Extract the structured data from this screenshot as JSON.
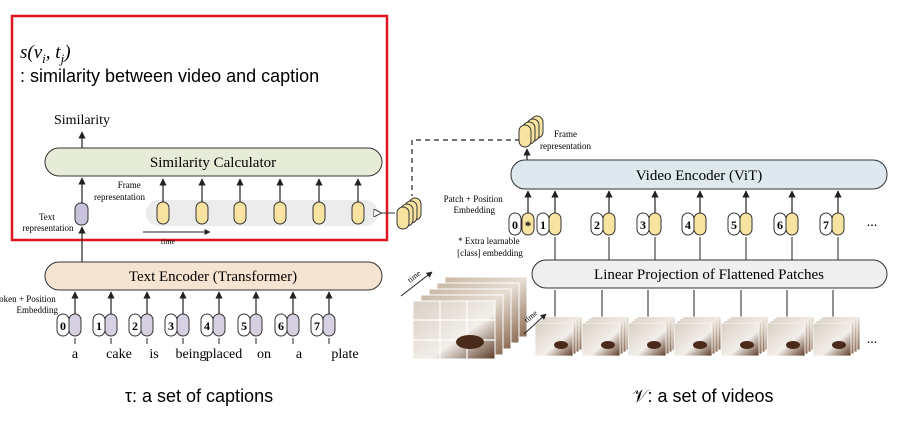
{
  "annotation": {
    "formula": "s(v_i, t_j)",
    "formula_s": "s(v",
    "formula_i": "i",
    "formula_comma": ", t",
    "formula_j": "j",
    "formula_close": ")",
    "description": ": similarity between video and caption",
    "box_color": "#e0141e"
  },
  "left": {
    "similarity_label": "Similarity",
    "similarity_calculator": "Similarity Calculator",
    "frame_representation_line1": "Frame",
    "frame_representation_line2": "representation",
    "text_representation_line1": "Text",
    "text_representation_line2": "representation",
    "time_label": "time",
    "text_encoder": "Text Encoder (Transformer)",
    "token_embedding_line1": "Token + Position",
    "token_embedding_line2": "Embedding",
    "token_ids": [
      "0",
      "1",
      "2",
      "3",
      "4",
      "5",
      "6",
      "7"
    ],
    "words": [
      "a",
      "cake",
      "is",
      "being",
      "placed",
      "on",
      "a",
      "plate"
    ],
    "caption_set": "τ: a set of captions"
  },
  "right": {
    "frame_representation_line1": "Frame",
    "frame_representation_line2": "representation",
    "video_encoder": "Video Encoder (ViT)",
    "patch_embedding_line1": "Patch + Position",
    "patch_embedding_line2": "Embedding",
    "patch_ids": [
      "0",
      "1",
      "2",
      "3",
      "4",
      "5",
      "6",
      "7"
    ],
    "cls_marker": "*",
    "extra_line1": "* Extra learnable",
    "extra_line2": "[class] embedding",
    "linear_projection": "Linear Projection of Flattened Patches",
    "time_label": "time",
    "ellipsis": "...",
    "video_set": "𝒱: a set of videos"
  },
  "colors": {
    "calculator_fill": "#e6ecd8",
    "text_encoder_fill": "#f6e4d2",
    "video_encoder_fill": "#dde9ef",
    "projection_fill": "#efefef",
    "frame_token": "#f8e3a0",
    "text_token": "#d6d0e2",
    "purple_token": "#c9c2dc"
  }
}
